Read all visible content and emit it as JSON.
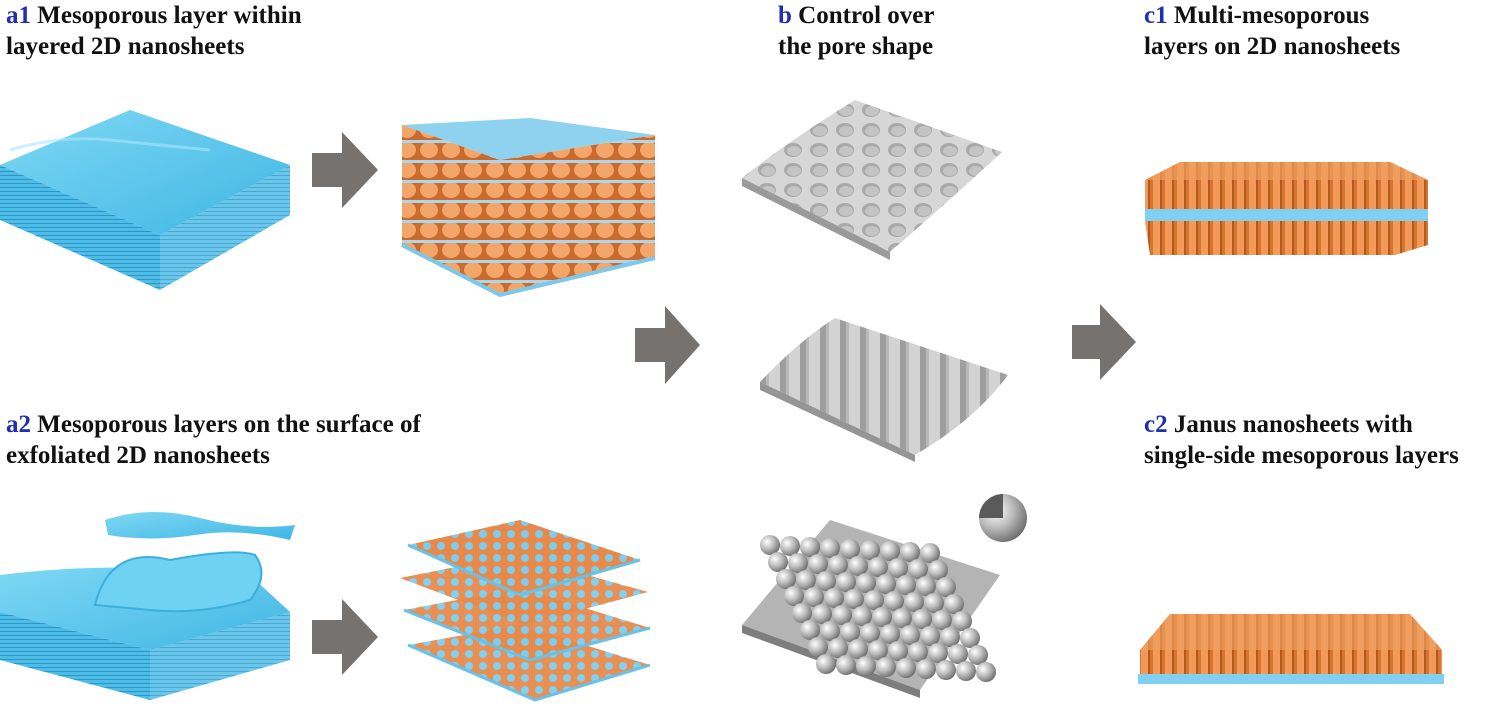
{
  "colors": {
    "label_key": "#1f2fb0",
    "sheet_blue": "#5cc8ec",
    "pore_orange": "#e88a4c",
    "arrow_gray": "#767270",
    "pore_gray": "#bdbdbd"
  },
  "panels": {
    "a1": {
      "key": "a1",
      "line1": "Mesoporous layer within",
      "line2": "layered 2D nanosheets"
    },
    "a2": {
      "key": "a2",
      "line1": "Mesoporous layers on the surface of",
      "line2": "exfoliated 2D nanosheets"
    },
    "b": {
      "key": "b",
      "line1": "Control over",
      "line2": "the pore shape"
    },
    "c1": {
      "key": "c1",
      "line1": "Multi-mesoporous",
      "line2": "layers on 2D nanosheets"
    },
    "c2": {
      "key": "c2",
      "line1": "Janus nanosheets with",
      "line2": "single-side mesoporous layers"
    }
  }
}
